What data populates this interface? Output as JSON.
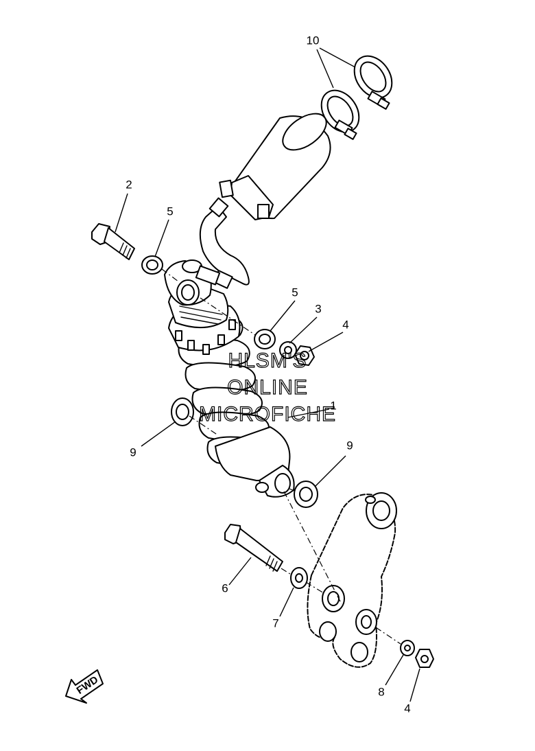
{
  "callouts": [
    "10",
    "2",
    "5",
    "5",
    "3",
    "4",
    "1",
    "9",
    "9",
    "6",
    "7",
    "8",
    "4"
  ],
  "watermark": {
    "line1": "HLSM'S",
    "line2": "ONLINE",
    "line3": "MICROFICHE"
  },
  "direction_label": "FWD"
}
